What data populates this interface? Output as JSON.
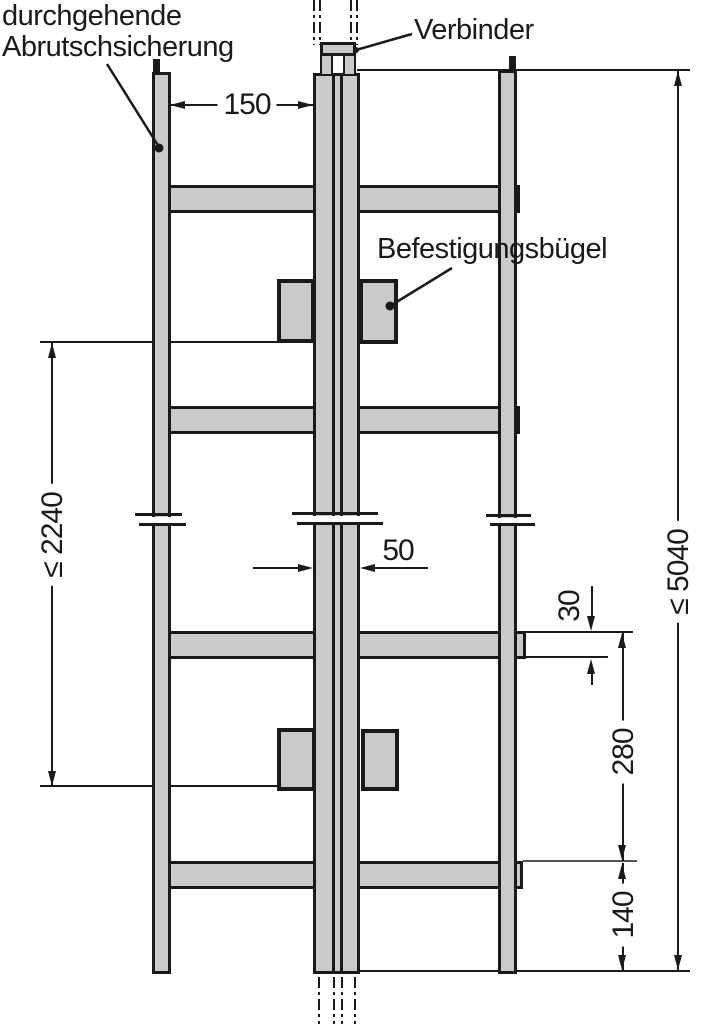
{
  "colors": {
    "ink": "#1a1a1a",
    "fill": "#cacaca",
    "background": "#ffffff"
  },
  "labels": {
    "slip_guard": {
      "line1": "durchgehende",
      "line2": "Abrutschsicherung"
    },
    "connector": "Verbinder",
    "mounting_bracket": "Befestigungsbügel"
  },
  "dimensions": {
    "stile_offset": "150",
    "center_stile_width": "50",
    "bracket_spacing_max": "≤ 2240",
    "section_length_max": "≤ 5040",
    "rung_height": "30",
    "rung_spacing": "280",
    "end_offset": "140"
  }
}
